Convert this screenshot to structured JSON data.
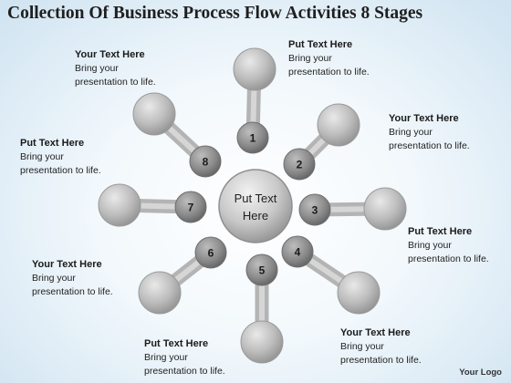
{
  "title": "Collection Of Business Process Flow Activities 8 Stages",
  "center": {
    "line1": "Put Text",
    "line2": "Here"
  },
  "stages": [
    {
      "number": "1",
      "heading": "Put Text Here",
      "body_line1": "Bring your",
      "body_line2": "presentation to life."
    },
    {
      "number": "2",
      "heading": "Your Text Here",
      "body_line1": "Bring your",
      "body_line2": "presentation to life."
    },
    {
      "number": "3",
      "heading": "Put Text Here",
      "body_line1": "Bring your",
      "body_line2": "presentation to life."
    },
    {
      "number": "4",
      "heading": "Your Text Here",
      "body_line1": "Bring your",
      "body_line2": "presentation to life."
    },
    {
      "number": "5",
      "heading": "Put Text Here",
      "body_line1": "Bring your",
      "body_line2": "presentation to life."
    },
    {
      "number": "6",
      "heading": "Your Text Here",
      "body_line1": "Bring your",
      "body_line2": "presentation to life."
    },
    {
      "number": "7",
      "heading": "Put Text Here",
      "body_line1": "Bring your",
      "body_line2": "presentation to life."
    },
    {
      "number": "8",
      "heading": "Your Text Here",
      "body_line1": "Bring your",
      "body_line2": "presentation to life."
    }
  ],
  "logo": "Your Logo",
  "colors": {
    "node_light": "#cfcfcf",
    "node_dark": "#7b7b7b",
    "background_edge": "#cfe3f1"
  }
}
